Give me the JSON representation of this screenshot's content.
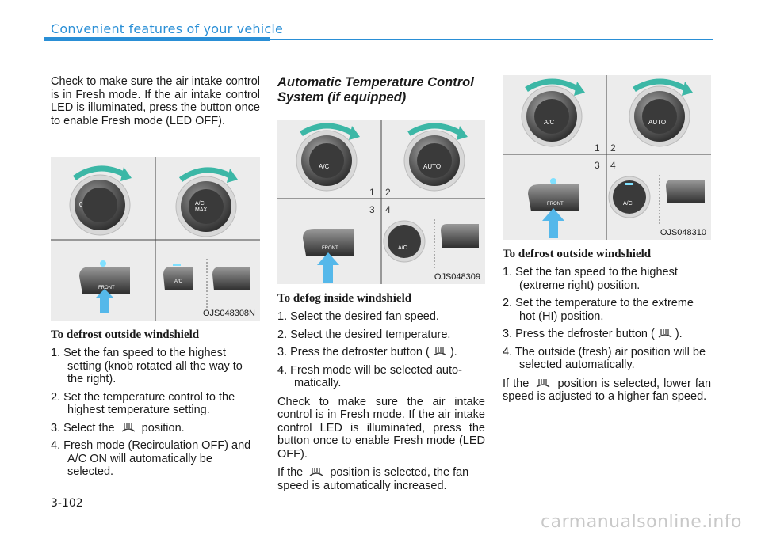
{
  "header": {
    "title": "Convenient features of your vehicle"
  },
  "col1": {
    "intro": "Check to make sure the air intake control is in Fresh mode. If the air intake control LED is illuminated, press the button once to enable Fresh mode (LED OFF).",
    "figure_code": "OJS048308N",
    "heading": "To defrost outside windshield",
    "steps": [
      "1. Set the fan speed to the highest setting (knob rotated all the way to the right).",
      "2. Set the temperature control to the highest temperature setting.",
      "3. Select the",
      "position.",
      "4. Fresh mode (Recirculation OFF) and A/C ON will automatically be selected."
    ],
    "knob_labels": {
      "fan_zero": "0",
      "ac": "A/C",
      "max": "MAX",
      "front": "FRONT",
      "ac_button": "A/C"
    }
  },
  "col2": {
    "section_heading": "Automatic Temperature Control System (if equipped)",
    "figure_code": "OJS048309",
    "heading": "To defog inside windshield",
    "steps": [
      "1. Select the desired fan speed.",
      "2. Select the desired temperature.",
      "3. Press the defroster button (",
      ").",
      "4. Fresh mode will be selected auto-matically."
    ],
    "para1": "Check to make sure the air intake control is in Fresh mode. If the air intake control LED is illuminated, press the button once to enable Fresh mode (LED OFF).",
    "para2_a": "If the",
    "para2_b": "position is selected, the fan speed is automatically increased.",
    "quad_numbers": [
      "1",
      "2",
      "3",
      "4"
    ],
    "knob_labels": {
      "ac": "A/C",
      "auto": "AUTO",
      "front": "FRONT",
      "ac_small": "A/C"
    }
  },
  "col3": {
    "figure_code": "OJS048310",
    "heading": "To defrost outside windshield",
    "steps": [
      "1. Set the fan speed to the highest (extreme right) position.",
      "2. Set the temperature to the extreme hot (HI) position.",
      "3. Press the defroster button (",
      ").",
      "4. The outside (fresh) air position will be selected automatically."
    ],
    "para_a": "If the",
    "para_b": "position is selected, lower fan speed is adjusted to a higher fan speed.",
    "quad_numbers": [
      "1",
      "2",
      "3",
      "4"
    ],
    "knob_labels": {
      "ac": "A/C",
      "auto": "AUTO",
      "front": "FRONT",
      "ac_small": "A/C"
    }
  },
  "footer": {
    "page_number": "3-102",
    "watermark": "carmanualsonline.info"
  },
  "colors": {
    "accent": "#2a8fd6",
    "arrow_teal": "#3cb7a6",
    "arrow_blue": "#55b8ea"
  }
}
